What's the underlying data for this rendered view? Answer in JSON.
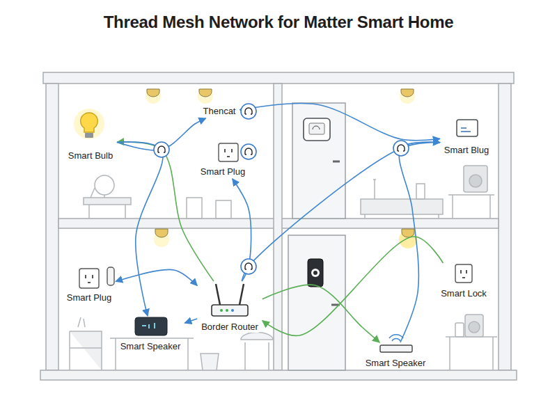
{
  "diagram": {
    "title": "Thread Mesh Network for Matter Smart Home",
    "nodes": [
      {
        "text": [
          "Smart Bulb"
        ]
      },
      {
        "text": [
          "Thencat"
        ]
      },
      {
        "text": [
          "Smart Plug"
        ]
      },
      {
        "text": [
          "Smart Blug"
        ]
      },
      {
        "text": [
          "Smart Plug"
        ]
      },
      {
        "text": [
          "Smart Speaker"
        ]
      },
      {
        "text": [
          "Border Router"
        ]
      },
      {
        "text": [
          "Smart Lock"
        ]
      },
      {
        "text": [
          "Smart Speaker"
        ]
      }
    ],
    "edges": [
      {
        "from": 6,
        "to": 0,
        "arrow": "to"
      },
      {
        "from": 0,
        "to": 5,
        "arrow": "to"
      },
      {
        "from": 6,
        "to": 2,
        "arrow": "to"
      },
      {
        "from": 6,
        "to": 3,
        "arrow": "to"
      },
      {
        "from": 8,
        "to": 3,
        "arrow": "to"
      },
      {
        "from": 6,
        "to": 4,
        "arrow": "both"
      },
      {
        "from": 6,
        "to": 5,
        "arrow": "to"
      },
      {
        "from": 7,
        "to": 6,
        "arrow": "to"
      },
      {
        "from": 6,
        "to": 8,
        "arrow": "to"
      },
      {
        "from": 0,
        "to": 1,
        "arrow": "to"
      },
      {
        "from": 1,
        "to": 3,
        "arrow": "both"
      }
    ]
  }
}
